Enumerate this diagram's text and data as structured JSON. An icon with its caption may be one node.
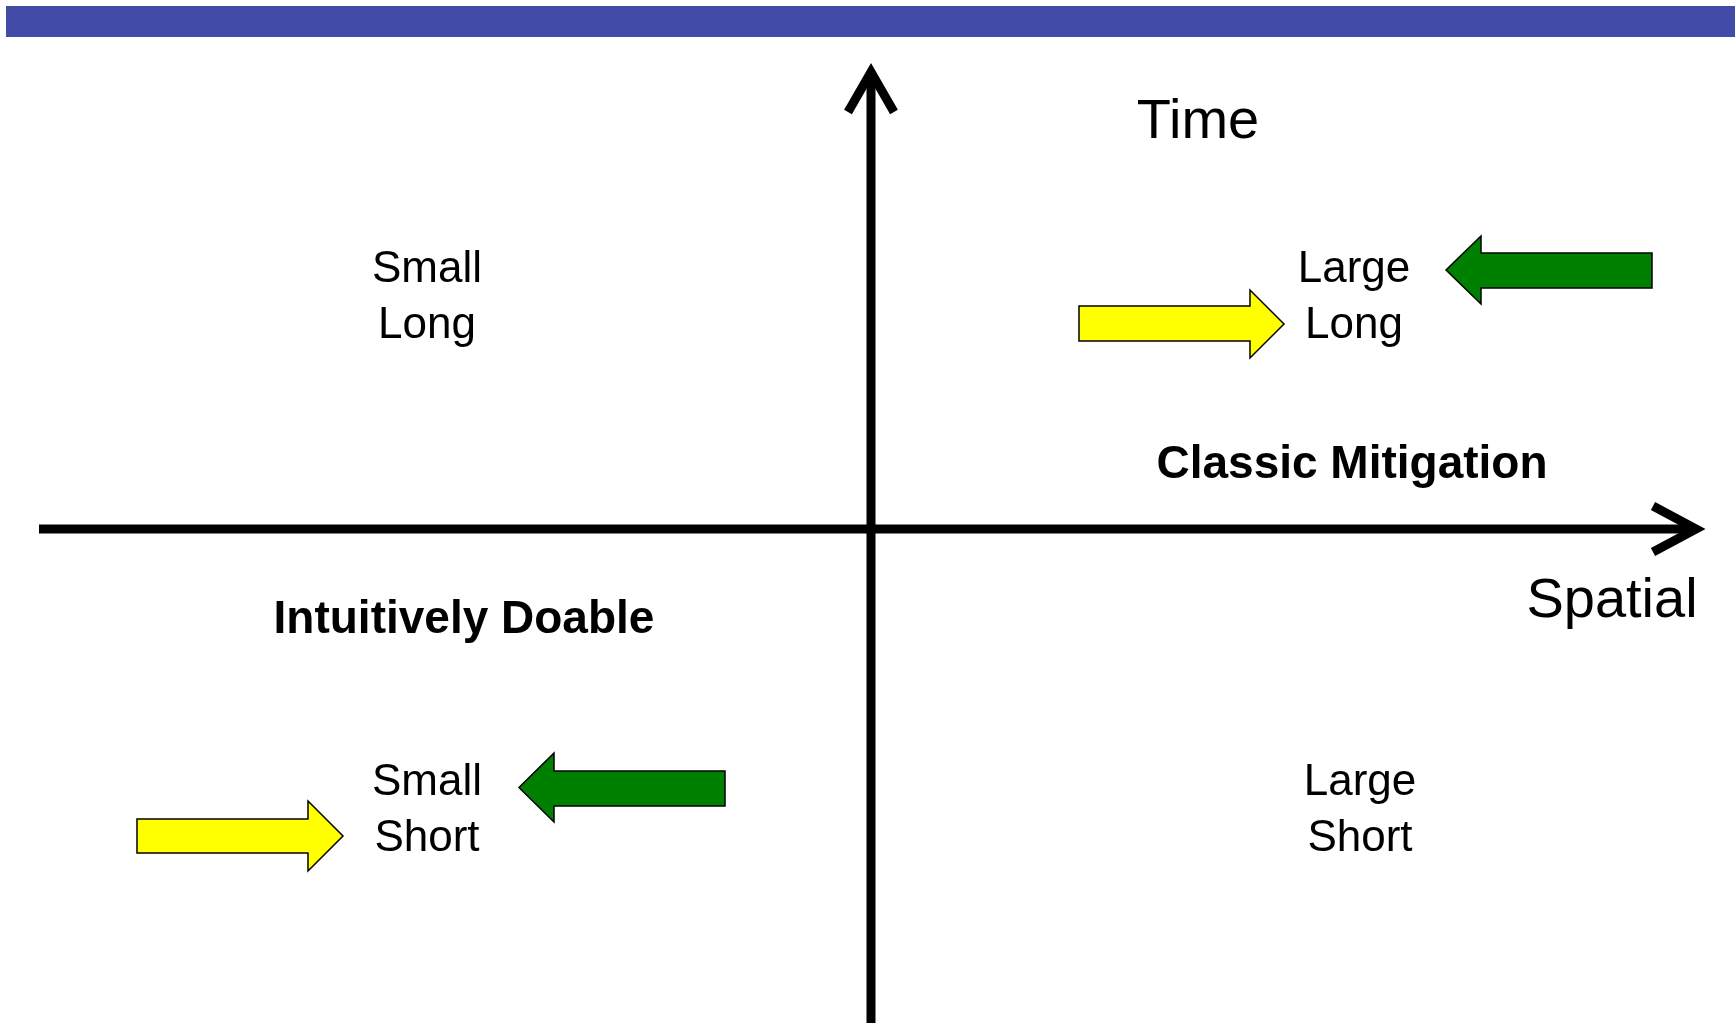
{
  "diagram": {
    "nodes": [
      {
        "text": [
          "Small Long"
        ]
      },
      {
        "text": [
          "Large Long"
        ]
      },
      {
        "text": [
          "Small Short"
        ]
      },
      {
        "text": [
          "Large Short"
        ]
      }
    ],
    "edges": [
      {
        "from": null,
        "to": 1,
        "arrow": "to",
        "color": "#ffff00"
      },
      {
        "from": null,
        "to": 1,
        "arrow": "to",
        "color": "#008000"
      },
      {
        "from": null,
        "to": 2,
        "arrow": "to",
        "color": "#008000"
      },
      {
        "from": null,
        "to": 2,
        "arrow": "to",
        "color": "#ffff00"
      }
    ],
    "labels": [
      "Time",
      "Classic Mitigation",
      "Spatial",
      "Intuitively Doable"
    ]
  }
}
